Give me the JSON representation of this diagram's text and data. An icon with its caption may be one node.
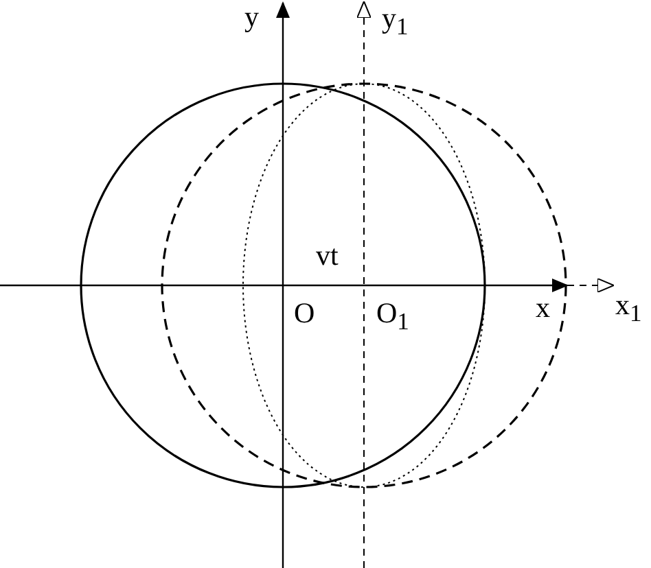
{
  "diagram": {
    "labels": [
      "y",
      "y$_{1}$",
      "vt",
      "O",
      "O$_{1}$",
      "x",
      "x$_{1}$"
    ]
  }
}
